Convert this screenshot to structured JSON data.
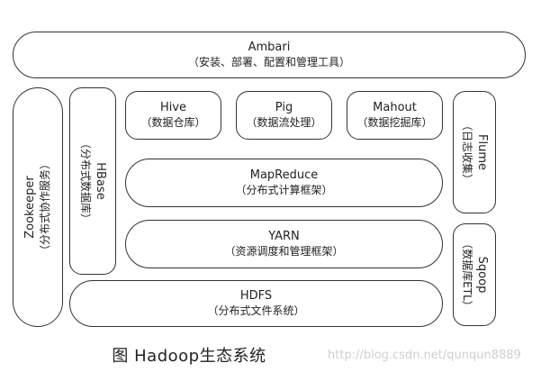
{
  "ambari": {
    "name": "Ambari",
    "desc": "（安装、部署、配置和管理工具）"
  },
  "zookeeper": {
    "name": "Zookeeper",
    "desc": "（分布式协作服务）"
  },
  "hbase": {
    "name": "HBase",
    "desc": "（分布式数据库）"
  },
  "hive": {
    "name": "Hive",
    "desc": "（数据仓库）"
  },
  "pig": {
    "name": "Pig",
    "desc": "（数据流处理）"
  },
  "mahout": {
    "name": "Mahout",
    "desc": "（数据挖掘库）"
  },
  "flume": {
    "name": "Flume",
    "desc": "（日志收集）"
  },
  "mapreduce": {
    "name": "MapReduce",
    "desc": "（分布式计算框架）"
  },
  "yarn": {
    "name": "YARN",
    "desc": "（资源调度和管理框架）"
  },
  "sqoop": {
    "name": "Sqoop",
    "desc": "（数据库ETL）"
  },
  "hdfs": {
    "name": "HDFS",
    "desc": "（分布式文件系统）"
  },
  "caption": "图 Hadoop生态系统",
  "watermark": "http://blog.csdn.net/qunqun8889"
}
